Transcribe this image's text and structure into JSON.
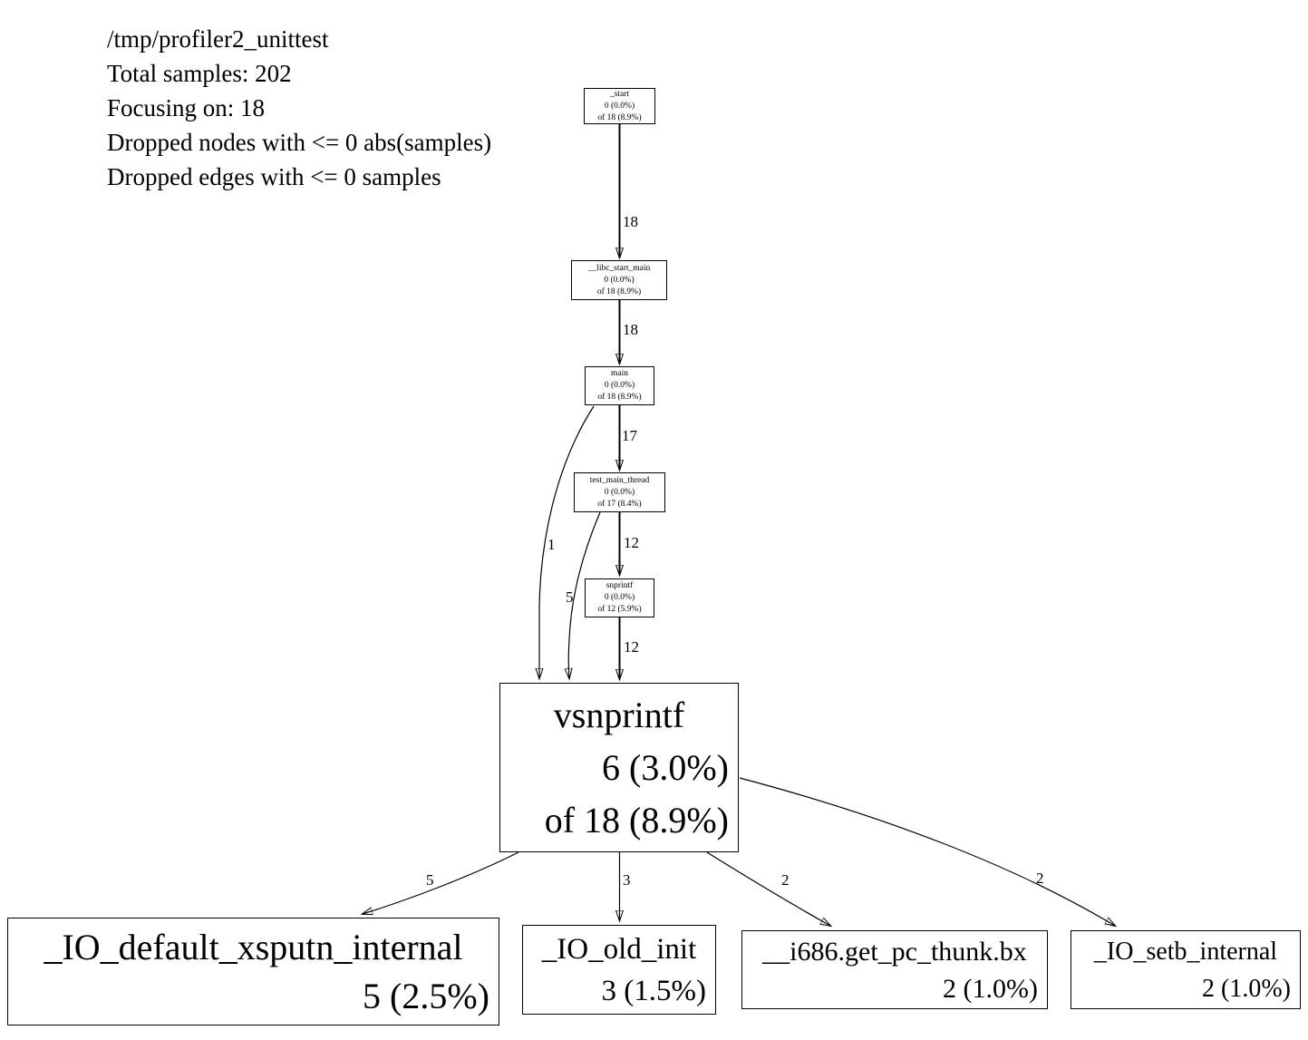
{
  "header": {
    "lines": [
      "/tmp/profiler2_unittest",
      "Total samples: 202",
      "Focusing on: 18",
      "Dropped nodes with <= 0 abs(samples)",
      "Dropped edges with <= 0 samples"
    ]
  },
  "nodes": {
    "start": {
      "name": "_start",
      "flat": "0 (0.0%)",
      "cum": "of 18 (8.9%)"
    },
    "libc": {
      "name": "__libc_start_main",
      "flat": "0 (0.0%)",
      "cum": "of 18 (8.9%)"
    },
    "main": {
      "name": "main",
      "flat": "0 (0.0%)",
      "cum": "of 18 (8.9%)"
    },
    "test": {
      "name": "test_main_thread",
      "flat": "0 (0.0%)",
      "cum": "of 17 (8.4%)"
    },
    "snprintf": {
      "name": "snprintf",
      "flat": "0 (0.0%)",
      "cum": "of 12 (5.9%)"
    },
    "vsnprintf": {
      "name": "vsnprintf",
      "flat": "6 (3.0%)",
      "cum": "of 18 (8.9%)"
    },
    "xsputn": {
      "name": "_IO_default_xsputn_internal",
      "flat": "5 (2.5%)"
    },
    "oldinit": {
      "name": "_IO_old_init",
      "flat": "3 (1.5%)"
    },
    "thunk": {
      "name": "__i686.get_pc_thunk.bx",
      "flat": "2 (1.0%)"
    },
    "setb": {
      "name": "_IO_setb_internal",
      "flat": "2 (1.0%)"
    }
  },
  "edges": [
    {
      "from": "_start",
      "to": "__libc_start_main",
      "label": "18"
    },
    {
      "from": "__libc_start_main",
      "to": "main",
      "label": "18"
    },
    {
      "from": "main",
      "to": "test_main_thread",
      "label": "17"
    },
    {
      "from": "test_main_thread",
      "to": "snprintf",
      "label": "12"
    },
    {
      "from": "snprintf",
      "to": "vsnprintf",
      "label": "12"
    },
    {
      "from": "main",
      "to": "vsnprintf",
      "label": "1"
    },
    {
      "from": "test_main_thread",
      "to": "vsnprintf",
      "label": "5"
    },
    {
      "from": "vsnprintf",
      "to": "_IO_default_xsputn_internal",
      "label": "5"
    },
    {
      "from": "vsnprintf",
      "to": "_IO_old_init",
      "label": "3"
    },
    {
      "from": "vsnprintf",
      "to": "__i686.get_pc_thunk.bx",
      "label": "2"
    },
    {
      "from": "vsnprintf",
      "to": "_IO_setb_internal",
      "label": "2"
    }
  ],
  "colors": {
    "background": "#ffffff",
    "node_border": "#000000",
    "text": "#000000"
  }
}
